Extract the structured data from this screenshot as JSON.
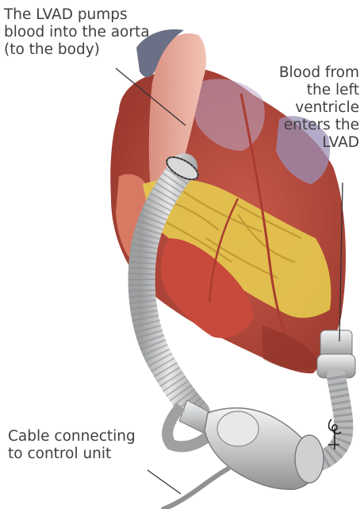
{
  "labels": {
    "aorta": "The LVAD pumps\nblood into the aorta\n(to the body)",
    "ventricle": "Blood from\nthe left\nventricle\nenters the\nLVAD",
    "cable": "Cable connecting\nto control unit"
  },
  "colors": {
    "text": "#3f3f3f",
    "leader": "#333333",
    "heart_muscle": "#c9685a",
    "fat": "#e4c84e",
    "tube": "#c9cacb",
    "device": "#d6d7d8"
  }
}
